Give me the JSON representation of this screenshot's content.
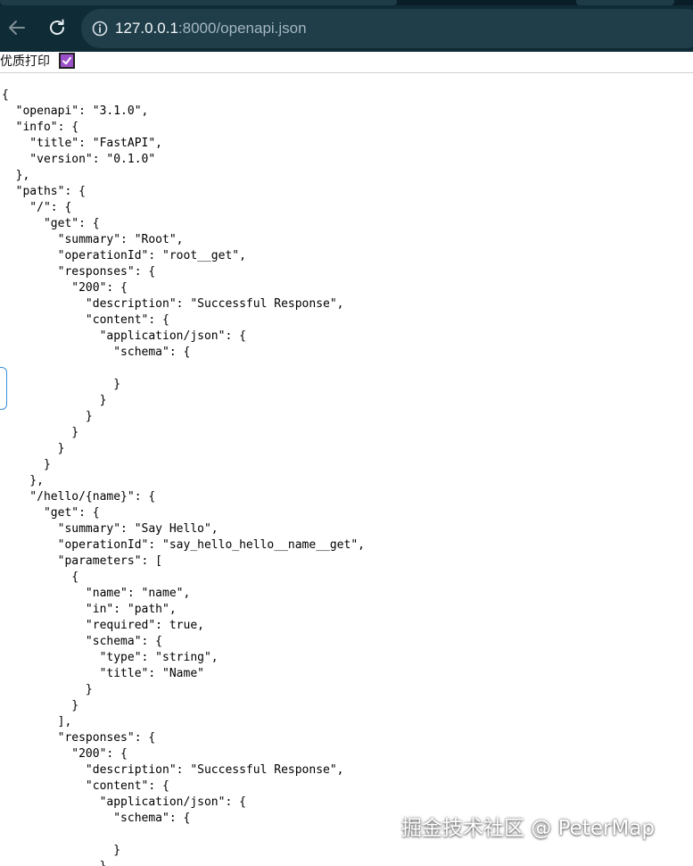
{
  "browser": {
    "url_host": "127.0.0.1",
    "url_path": ":8000/openapi.json",
    "icons": [
      "back-arrow-icon",
      "reload-icon",
      "site-info-icon"
    ]
  },
  "toolbar": {
    "label": "优质打印",
    "checkbox_checked": true,
    "checkbox_color": "#9c51c9"
  },
  "json_lines": [
    "{",
    "  \"openapi\": \"3.1.0\",",
    "  \"info\": {",
    "    \"title\": \"FastAPI\",",
    "    \"version\": \"0.1.0\"",
    "  },",
    "  \"paths\": {",
    "    \"/\": {",
    "      \"get\": {",
    "        \"summary\": \"Root\",",
    "        \"operationId\": \"root__get\",",
    "        \"responses\": {",
    "          \"200\": {",
    "            \"description\": \"Successful Response\",",
    "            \"content\": {",
    "              \"application/json\": {",
    "                \"schema\": {",
    "",
    "                }",
    "              }",
    "            }",
    "          }",
    "        }",
    "      }",
    "    },",
    "    \"/hello/{name}\": {",
    "      \"get\": {",
    "        \"summary\": \"Say Hello\",",
    "        \"operationId\": \"say_hello_hello__name__get\",",
    "        \"parameters\": [",
    "          {",
    "            \"name\": \"name\",",
    "            \"in\": \"path\",",
    "            \"required\": true,",
    "            \"schema\": {",
    "              \"type\": \"string\",",
    "              \"title\": \"Name\"",
    "            }",
    "          }",
    "        ],",
    "        \"responses\": {",
    "          \"200\": {",
    "            \"description\": \"Successful Response\",",
    "            \"content\": {",
    "              \"application/json\": {",
    "                \"schema\": {",
    "",
    "                }",
    "              }"
  ],
  "watermark": "掘金技术社区 @ PeterMap"
}
